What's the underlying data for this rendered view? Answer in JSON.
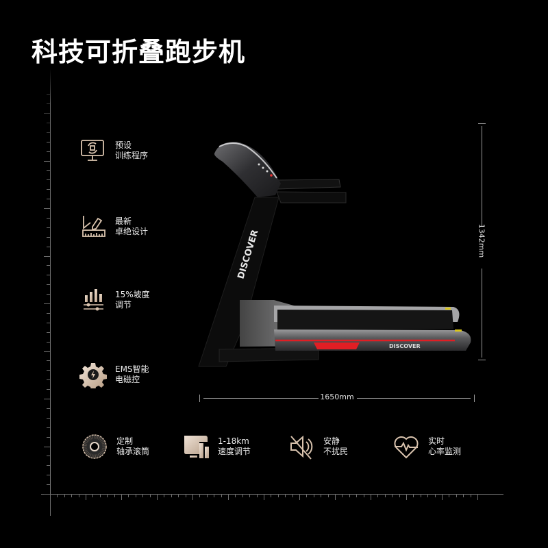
{
  "page": {
    "title": "科技可折叠跑步机"
  },
  "colors": {
    "background": "#000000",
    "icon_gold": "#d9c3ae",
    "accent_red": "#e01e24",
    "ruler": "#7a7a7a"
  },
  "left_features": [
    {
      "icon": "monitor-sync-icon",
      "line1": "预设",
      "line2": "训练程序"
    },
    {
      "icon": "design-ruler-pencil-icon",
      "line1": "最新",
      "line2": "卓绝设计"
    },
    {
      "icon": "bar-slider-icon",
      "line1": "15%坡度",
      "line2": "调节"
    },
    {
      "icon": "gear-lightning-icon",
      "line1": "EMS智能",
      "line2": "电磁控"
    }
  ],
  "bottom_features": [
    {
      "icon": "roller-gear-icon",
      "line1": "定制",
      "line2": "轴承滚筒"
    },
    {
      "icon": "speed-bars-icon",
      "line1": "1-18km",
      "line2": "速度调节"
    },
    {
      "icon": "mute-speaker-icon",
      "line1": "安静",
      "line2": "不扰民"
    },
    {
      "icon": "heart-rate-icon",
      "line1": "实时",
      "line2": "心率监测"
    }
  ],
  "dimensions": {
    "length": "1650mm",
    "height": "1342mm"
  },
  "product": {
    "brand": "DISCOVER"
  }
}
